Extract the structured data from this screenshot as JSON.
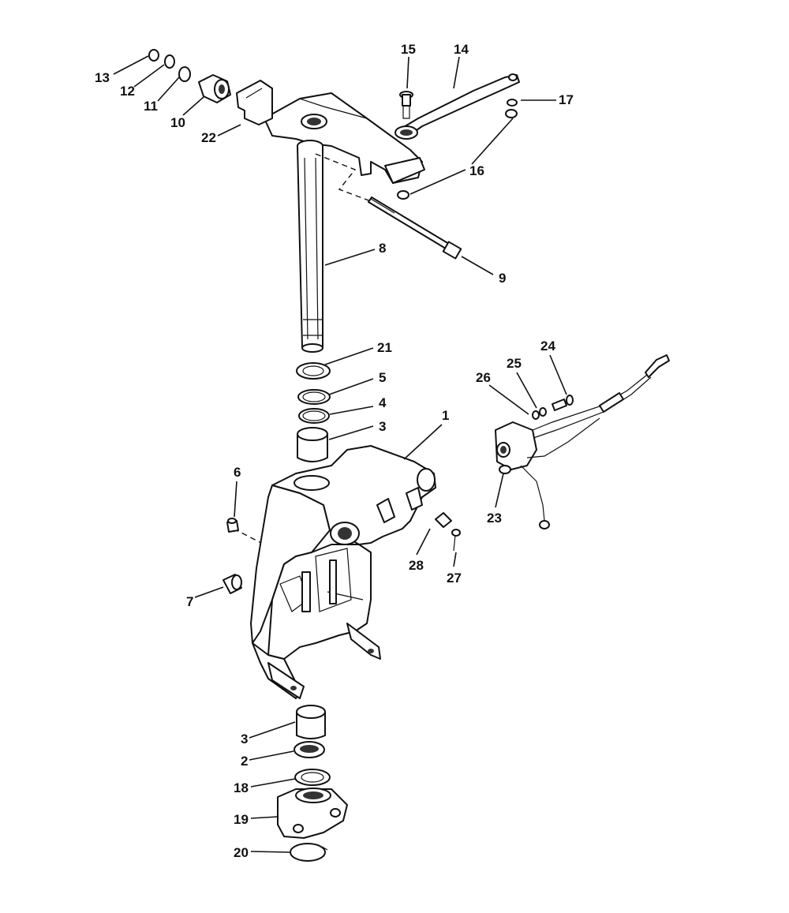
{
  "diagram": {
    "callouts": [
      "1",
      "2",
      "3",
      "3",
      "4",
      "5",
      "6",
      "7",
      "8",
      "9",
      "10",
      "11",
      "12",
      "13",
      "14",
      "15",
      "16",
      "16",
      "17",
      "18",
      "19",
      "20",
      "21",
      "22",
      "23",
      "24",
      "25",
      "26",
      "27",
      "28"
    ]
  }
}
